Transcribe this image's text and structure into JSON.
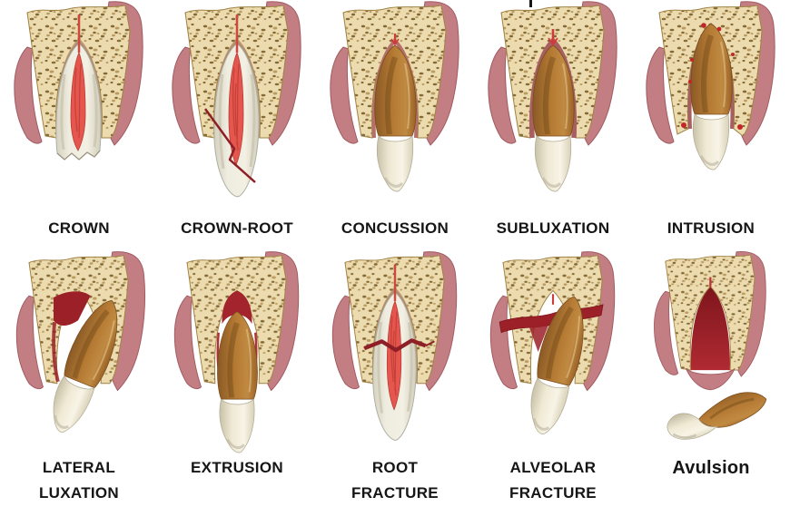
{
  "diagram": {
    "description": "Types of dental trauma, 2-row grid of tooth-in-socket illustrations",
    "cells": [
      {
        "key": "crown",
        "lines": [
          "CROWN"
        ]
      },
      {
        "key": "crown-root",
        "lines": [
          "CROWN-ROOT"
        ]
      },
      {
        "key": "concussion",
        "lines": [
          "CONCUSSION"
        ]
      },
      {
        "key": "subluxation",
        "lines": [
          "SUBLUXATION"
        ]
      },
      {
        "key": "intrusion",
        "lines": [
          "INTRUSION"
        ]
      },
      {
        "key": "lateral-luxation",
        "lines": [
          "LATERAL",
          "LUXATION"
        ]
      },
      {
        "key": "extrusion",
        "lines": [
          "EXTRUSION"
        ]
      },
      {
        "key": "root-fracture",
        "lines": [
          "ROOT",
          "FRACTURE"
        ]
      },
      {
        "key": "alveolar-fracture",
        "lines": [
          "ALVEOLAR",
          "FRACTURE"
        ]
      },
      {
        "key": "avulsion",
        "lines": [
          "Avulsion"
        ]
      }
    ],
    "colors": {
      "background": "#ffffff",
      "bone": "#ecdbae",
      "bone_speckle_dark": "#6f5420",
      "bone_speckle_mid": "#b5965a",
      "gum": "#c37e83",
      "gum_outline": "#a05a60",
      "root_brown": "#b57a33",
      "crown_ivory": "#efe9d4",
      "dentin": "#efece0",
      "pulp_red": "#e4564e",
      "blood_red": "#9c2028",
      "fracture_red": "#8e1f26",
      "label_text": "#151515"
    }
  }
}
